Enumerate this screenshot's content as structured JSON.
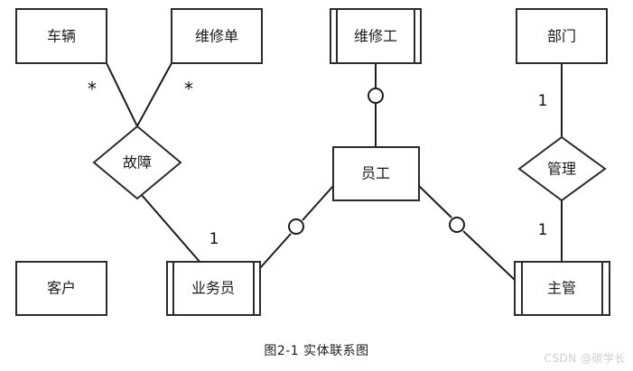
{
  "diagram": {
    "caption": "图2-1 实体联系图",
    "watermark": "CSDN @碳学长",
    "colors": {
      "background": "#ffffff",
      "stroke": "#2b2b2b",
      "line": "#1c1c1c",
      "text": "#1a1a1a",
      "watermark": "#cfcfcf"
    },
    "entities": [
      {
        "id": "vehicle",
        "label": "车辆",
        "weak": false
      },
      {
        "id": "repair-order",
        "label": "维修单",
        "weak": false
      },
      {
        "id": "repairman",
        "label": "维修工",
        "weak": true
      },
      {
        "id": "department",
        "label": "部门",
        "weak": false
      },
      {
        "id": "customer",
        "label": "客户",
        "weak": false
      },
      {
        "id": "salesperson",
        "label": "业务员",
        "weak": true
      },
      {
        "id": "supervisor",
        "label": "主管",
        "weak": true
      },
      {
        "id": "employee",
        "label": "员工",
        "weak": false
      }
    ],
    "relationships": [
      {
        "id": "fault",
        "label": "故障"
      },
      {
        "id": "management",
        "label": "管理"
      }
    ],
    "cardinalities": [
      {
        "id": "vehicle-fault",
        "label": "*"
      },
      {
        "id": "repair-order-fault",
        "label": "*"
      },
      {
        "id": "fault-salesperson",
        "label": "1"
      },
      {
        "id": "department-management",
        "label": "1"
      },
      {
        "id": "management-supervisor",
        "label": "1"
      }
    ],
    "connectors": [
      {
        "id": "vehicle-to-fault",
        "from": "vehicle",
        "to": "fault",
        "marker": "none"
      },
      {
        "id": "repair-order-to-fault",
        "from": "repair-order",
        "to": "fault",
        "marker": "none"
      },
      {
        "id": "fault-to-salesperson",
        "from": "fault",
        "to": "salesperson",
        "marker": "none"
      },
      {
        "id": "repairman-to-employee",
        "from": "repairman",
        "to": "employee",
        "marker": "circle"
      },
      {
        "id": "employee-to-salesperson",
        "from": "employee",
        "to": "salesperson",
        "marker": "circle"
      },
      {
        "id": "employee-to-supervisor",
        "from": "employee",
        "to": "supervisor",
        "marker": "circle"
      },
      {
        "id": "department-to-management",
        "from": "department",
        "to": "management",
        "marker": "none"
      },
      {
        "id": "management-to-supervisor",
        "from": "management",
        "to": "supervisor",
        "marker": "none"
      }
    ]
  }
}
